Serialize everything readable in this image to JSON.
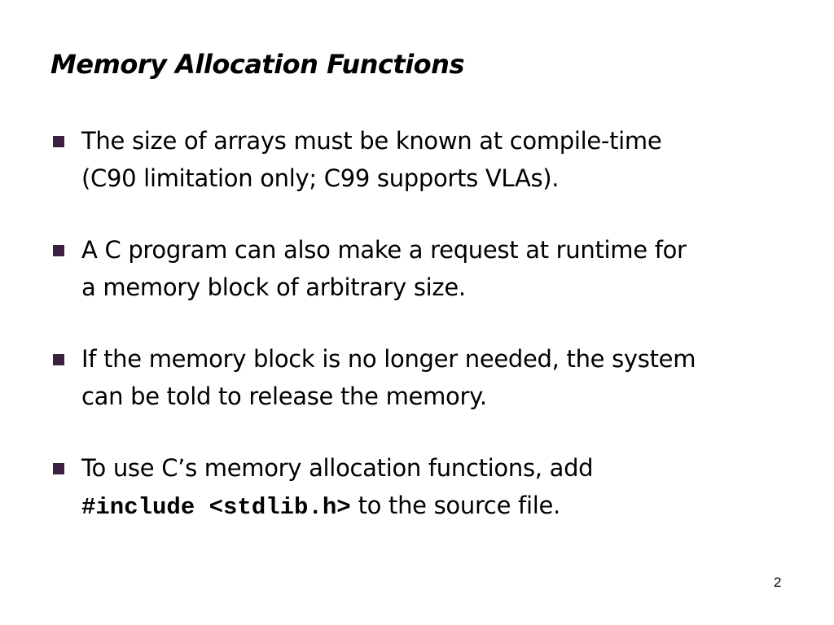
{
  "slide": {
    "title": "Memory Allocation Functions",
    "page_number": "2",
    "bullet_color": "#3b2140",
    "bullets": [
      {
        "line1": "The size of arrays must be known at compile-time",
        "line2": "(C90 limitation only; C99 supports VLAs)."
      },
      {
        "line1": "A C program can also make a request at runtime for",
        "line2": "a memory block of arbitrary size."
      },
      {
        "line1": "If the memory block is no longer needed, the system",
        "line2": "can be told to release the memory."
      },
      {
        "line1": "To use C’s memory allocation functions, add",
        "line2_code": "#include <stdlib.h>",
        "line2_rest": " to the source file."
      }
    ]
  }
}
